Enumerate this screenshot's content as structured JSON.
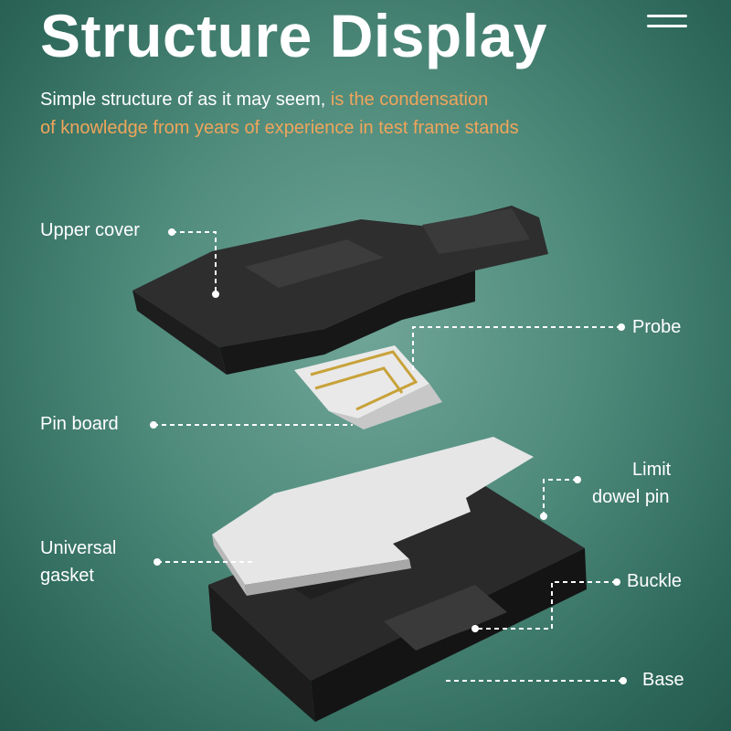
{
  "header": {
    "title": "Structure Display",
    "subtitle_white": "Simple structure of as it may seem,",
    "subtitle_orange_1": " is the condensation",
    "subtitle_orange_2": "of knowledge from years of experience in test frame stands"
  },
  "menu": {
    "icon": "hamburger-menu-icon"
  },
  "parts": {
    "upper_cover": "Upper cover",
    "probe": "Probe",
    "pin_board": "Pin board",
    "limit_line1": "Limit",
    "limit_line2": "dowel pin",
    "universal_line1": "Universal",
    "universal_line2": "gasket",
    "buckle": "Buckle",
    "base": "Base"
  },
  "colors": {
    "accent": "#f0a55b",
    "background": "#4e8a7a",
    "text": "#ffffff"
  }
}
